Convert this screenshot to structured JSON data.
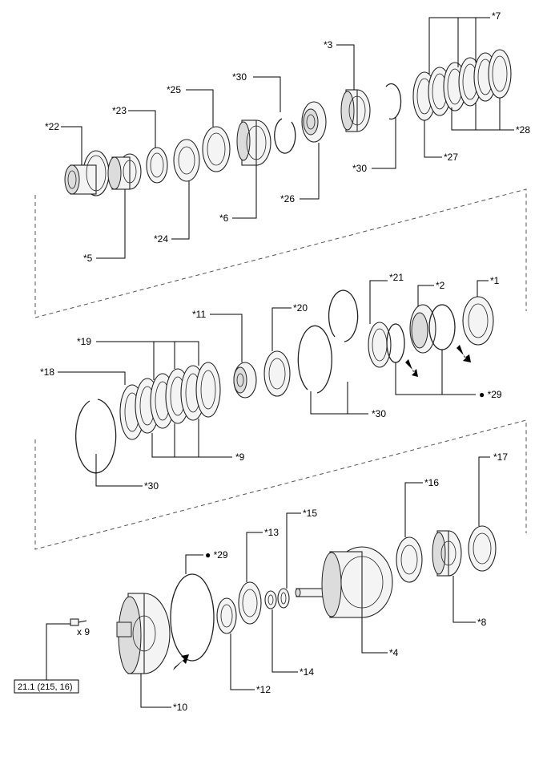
{
  "labels": {
    "p1": "*1",
    "p2": "*2",
    "p3": "*3",
    "p4": "*4",
    "p5": "*5",
    "p6": "*6",
    "p7": "*7",
    "p8": "*8",
    "p9": "*9",
    "p10": "*10",
    "p11": "*11",
    "p12": "*12",
    "p13": "*13",
    "p14": "*14",
    "p15": "*15",
    "p16": "*16",
    "p17": "*17",
    "p18": "*18",
    "p19": "*19",
    "p20": "*20",
    "p21": "*21",
    "p22": "*22",
    "p23": "*23",
    "p24": "*24",
    "p25": "*25",
    "p26": "*26",
    "p27": "*27",
    "p28": "*28",
    "p29a": "● *29",
    "p29b": "● *29",
    "p30a": "*30",
    "p30b": "*30",
    "p30c": "*30",
    "p30d": "*30"
  },
  "bolt_qty": "x 9",
  "torque": "21.1 (215, 16)"
}
